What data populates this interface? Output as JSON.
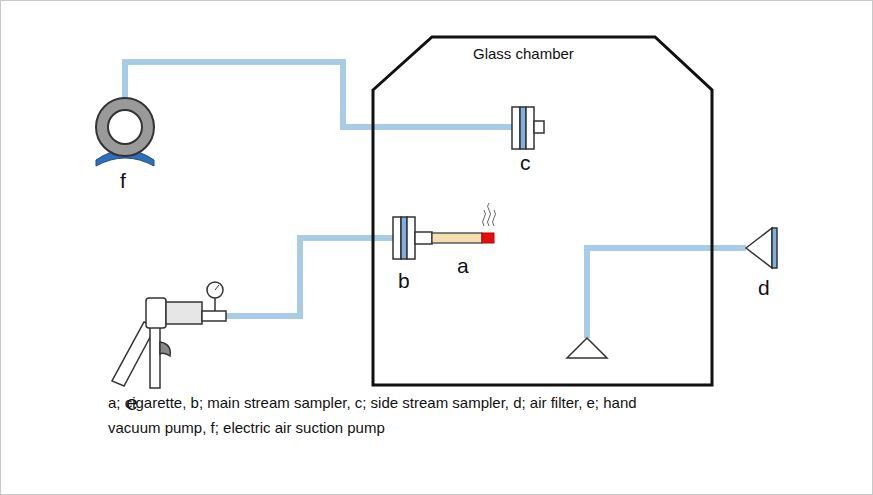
{
  "diagram": {
    "caption": "a; cigarette, b; main stream sampler, c; side stream sampler, d; air filter, e; hand vacuum pump, f; electric air suction pump",
    "nodes": [
      {
        "text": [
          "Glass chamber"
        ]
      }
    ],
    "labels": [
      "a",
      "b",
      "c",
      "d",
      "e",
      "f"
    ]
  }
}
